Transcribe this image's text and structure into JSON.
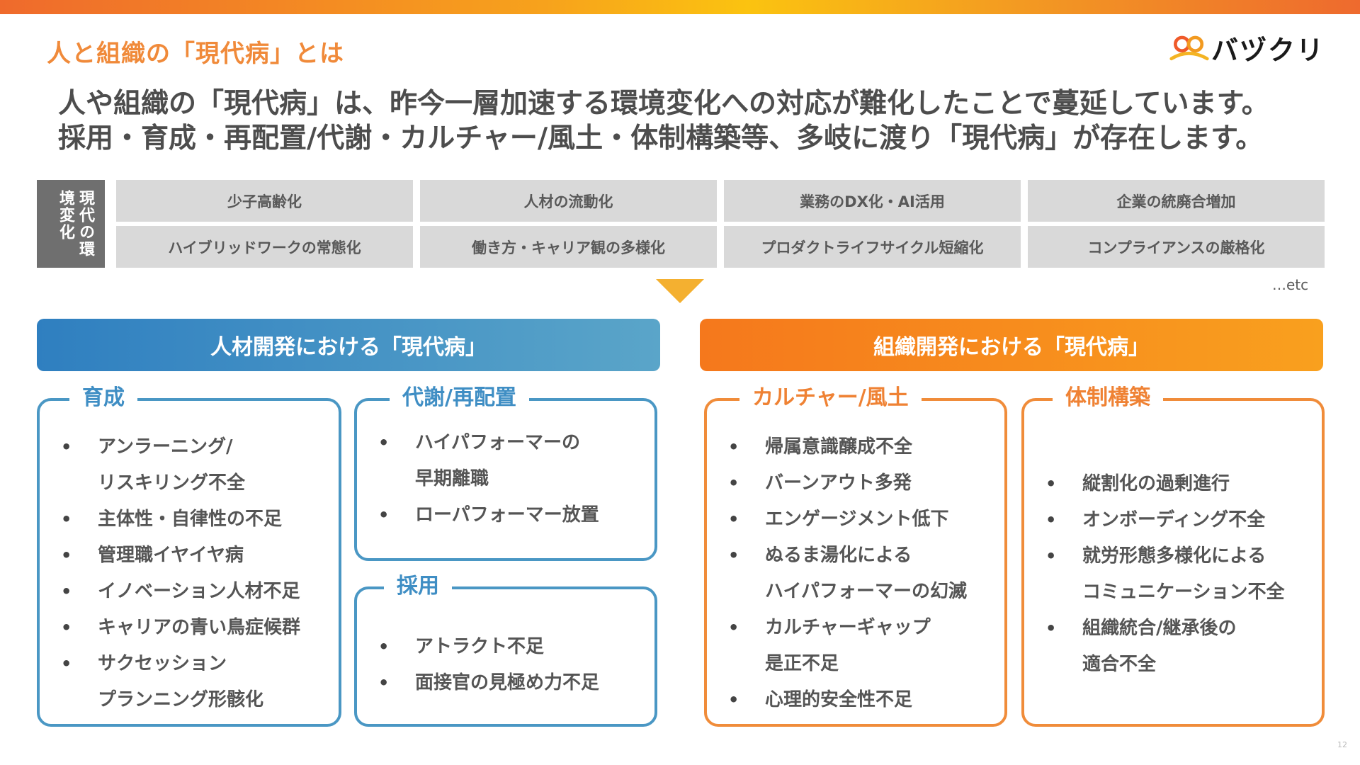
{
  "header": {
    "title": "人と組織の「現代病」とは",
    "logo_text": "バヅクリ",
    "logo_icon": "two-circles-logo-mark"
  },
  "lead": {
    "line1": "人や組織の「現代病」は、昨今一層加速する環境変化への対応が難化したことで蔓延しています。",
    "line2": "採用・育成・再配置/代謝・カルチャー/風土・体制構築等、多岐に渡り「現代病」が存在します。"
  },
  "environment": {
    "label": "現代の環境変化",
    "items": [
      "少子高齢化",
      "人材の流動化",
      "業務のDX化・AI活用",
      "企業の統廃合増加",
      "ハイブリッドワークの常態化",
      "働き方・キャリア観の多様化",
      "プロダクトライフサイクル短縮化",
      "コンプライアンスの厳格化"
    ],
    "etc": "…etc"
  },
  "hr_dev": {
    "banner": "人材開発における「現代病」",
    "training": {
      "title": "育成",
      "items": [
        [
          "アンラーニング/",
          "リスキリング不全"
        ],
        [
          "主体性・自律性の不足"
        ],
        [
          "管理職イヤイヤ病"
        ],
        [
          "イノベーション人材不足"
        ],
        [
          "キャリアの青い鳥症候群"
        ],
        [
          "サクセッション",
          "プランニング形骸化"
        ]
      ]
    },
    "turnover": {
      "title": "代謝/再配置",
      "items": [
        [
          "ハイパフォーマーの",
          "早期離職"
        ],
        [
          "ローパフォーマー放置"
        ]
      ]
    },
    "hiring": {
      "title": "採用",
      "items": [
        [
          "アトラクト不足"
        ],
        [
          "面接官の見極め力不足"
        ]
      ]
    }
  },
  "org_dev": {
    "banner": "組織開発における「現代病」",
    "culture": {
      "title": "カルチャー/風土",
      "items": [
        [
          "帰属意識醸成不全"
        ],
        [
          "バーンアウト多発"
        ],
        [
          "エンゲージメント低下"
        ],
        [
          "ぬるま湯化による",
          "ハイパフォーマーの幻滅"
        ],
        [
          "カルチャーギャップ",
          "是正不足"
        ],
        [
          "心理的安全性不足"
        ]
      ]
    },
    "structure": {
      "title": "体制構築",
      "items": [
        [
          "縦割化の過剰進行"
        ],
        [
          "オンボーディング不全"
        ],
        [
          "就労形態多様化による",
          "コミュニケーション不全"
        ],
        [
          "組織統合/継承後の",
          "適合不全"
        ]
      ]
    }
  },
  "colors": {
    "accent_orange": "#f08a3a",
    "blue": "#4a97c4",
    "orange": "#f08c3a",
    "arrow": "#f4b030",
    "cell_gray": "#d9d9d9",
    "label_gray": "#6f6f6f"
  },
  "bullet_char": "•",
  "page_number": "12"
}
